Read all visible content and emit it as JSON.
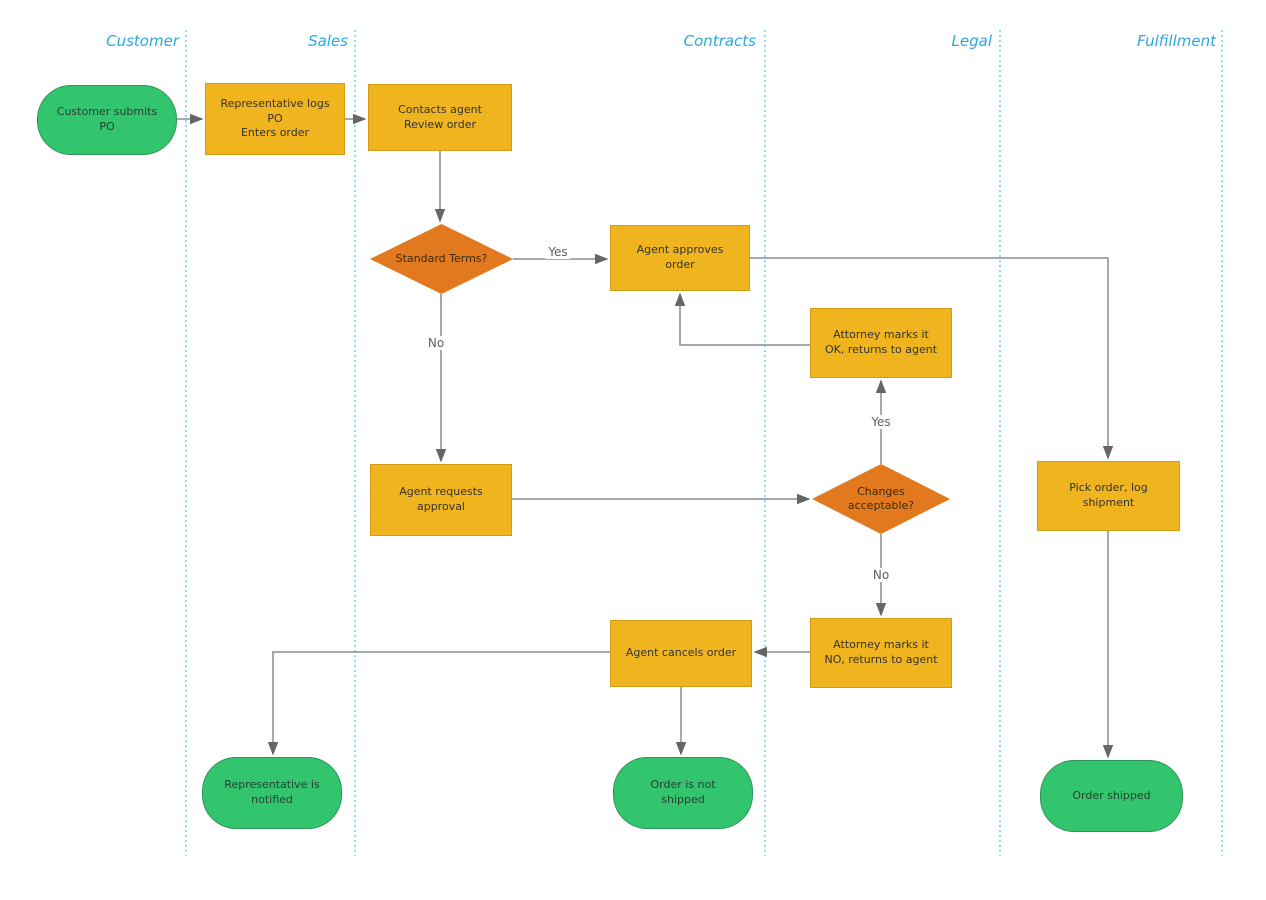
{
  "colors": {
    "process": "#f0b41e",
    "decision": "#e2791e",
    "terminator": "#33c46e",
    "lane_label": "#2aa9e1",
    "lane_divider": "#8ed9f7",
    "connector": "#8c8c8c",
    "arrowhead": "#666666"
  },
  "lanes": [
    {
      "label": "Customer"
    },
    {
      "label": "Sales"
    },
    {
      "label": "Contracts"
    },
    {
      "label": "Legal"
    },
    {
      "label": "Fulfillment"
    }
  ],
  "nodes": {
    "customer_submits_po": {
      "type": "terminator",
      "lane": "Customer",
      "label": "Customer submits\nPO"
    },
    "rep_logs_po": {
      "type": "process",
      "lane": "Sales",
      "label": "Representative logs\nPO\nEnters order"
    },
    "contacts_agent": {
      "type": "process",
      "lane": "Contracts",
      "label": "Contacts agent\nReview order"
    },
    "standard_terms": {
      "type": "decision",
      "lane": "Contracts",
      "label": "Standard Terms?"
    },
    "agent_approves": {
      "type": "process",
      "lane": "Contracts",
      "label": "Agent approves\norder"
    },
    "attorney_ok": {
      "type": "process",
      "lane": "Legal",
      "label": "Attorney marks it\nOK, returns to agent"
    },
    "agent_requests": {
      "type": "process",
      "lane": "Contracts",
      "label": "Agent requests\napproval"
    },
    "changes_acceptable": {
      "type": "decision",
      "lane": "Legal",
      "label": "Changes\nacceptable?"
    },
    "pick_order": {
      "type": "process",
      "lane": "Fulfillment",
      "label": "Pick order, log\nshipment"
    },
    "attorney_no": {
      "type": "process",
      "lane": "Legal",
      "label": "Attorney marks it\nNO, returns to agent"
    },
    "agent_cancels": {
      "type": "process",
      "lane": "Contracts",
      "label": "Agent cancels order"
    },
    "rep_notified": {
      "type": "terminator",
      "lane": "Sales",
      "label": "Representative is\nnotified"
    },
    "order_not_shipped": {
      "type": "terminator",
      "lane": "Contracts",
      "label": "Order is not\nshipped"
    },
    "order_shipped": {
      "type": "terminator",
      "lane": "Fulfillment",
      "label": "Order shipped"
    }
  },
  "edges": [
    {
      "from": "customer_submits_po",
      "to": "rep_logs_po",
      "label": ""
    },
    {
      "from": "rep_logs_po",
      "to": "contacts_agent",
      "label": ""
    },
    {
      "from": "contacts_agent",
      "to": "standard_terms",
      "label": ""
    },
    {
      "from": "standard_terms",
      "to": "agent_approves",
      "label": "Yes"
    },
    {
      "from": "standard_terms",
      "to": "agent_requests",
      "label": "No"
    },
    {
      "from": "agent_approves",
      "to": "pick_order",
      "label": ""
    },
    {
      "from": "attorney_ok",
      "to": "agent_approves",
      "label": ""
    },
    {
      "from": "agent_requests",
      "to": "changes_acceptable",
      "label": ""
    },
    {
      "from": "changes_acceptable",
      "to": "attorney_ok",
      "label": "Yes"
    },
    {
      "from": "changes_acceptable",
      "to": "attorney_no",
      "label": "No"
    },
    {
      "from": "attorney_no",
      "to": "agent_cancels",
      "label": ""
    },
    {
      "from": "agent_cancels",
      "to": "order_not_shipped",
      "label": ""
    },
    {
      "from": "agent_cancels",
      "to": "rep_notified",
      "label": ""
    },
    {
      "from": "pick_order",
      "to": "order_shipped",
      "label": ""
    }
  ]
}
